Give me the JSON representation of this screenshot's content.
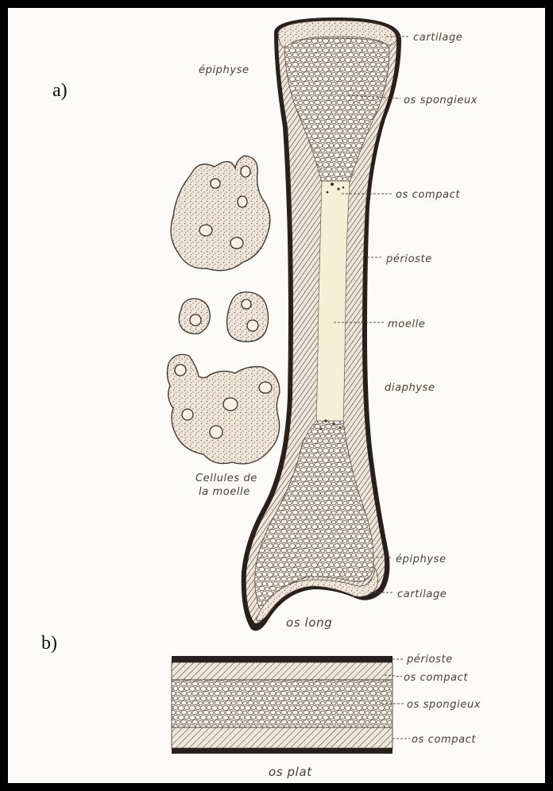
{
  "figure": {
    "panel_a": {
      "marker": "a)",
      "labels": {
        "epiphyse_top": "épiphyse",
        "cartilage_top": "cartilage",
        "os_spongieux": "os spongieux",
        "os_compact": "os compact",
        "perioste": "périoste",
        "moelle": "moelle",
        "diaphyse": "diaphyse",
        "epiphyse_bottom": "épiphyse",
        "cartilage_bottom": "cartilage",
        "caption": "os long",
        "cells_caption_line1": "Cellules de",
        "cells_caption_line2": "la moelle"
      }
    },
    "panel_b": {
      "marker": "b)",
      "labels": {
        "perioste": "périoste",
        "os_compact_top": "os compact",
        "os_spongieux": "os spongieux",
        "os_compact_bottom": "os compact",
        "caption": "os plat"
      }
    }
  },
  "colors": {
    "ink": "#4a3d36",
    "paper": "#fbfaf6",
    "bone_fill": "#efe9de",
    "marrow": "#f5efd6",
    "frame": "#000000"
  }
}
